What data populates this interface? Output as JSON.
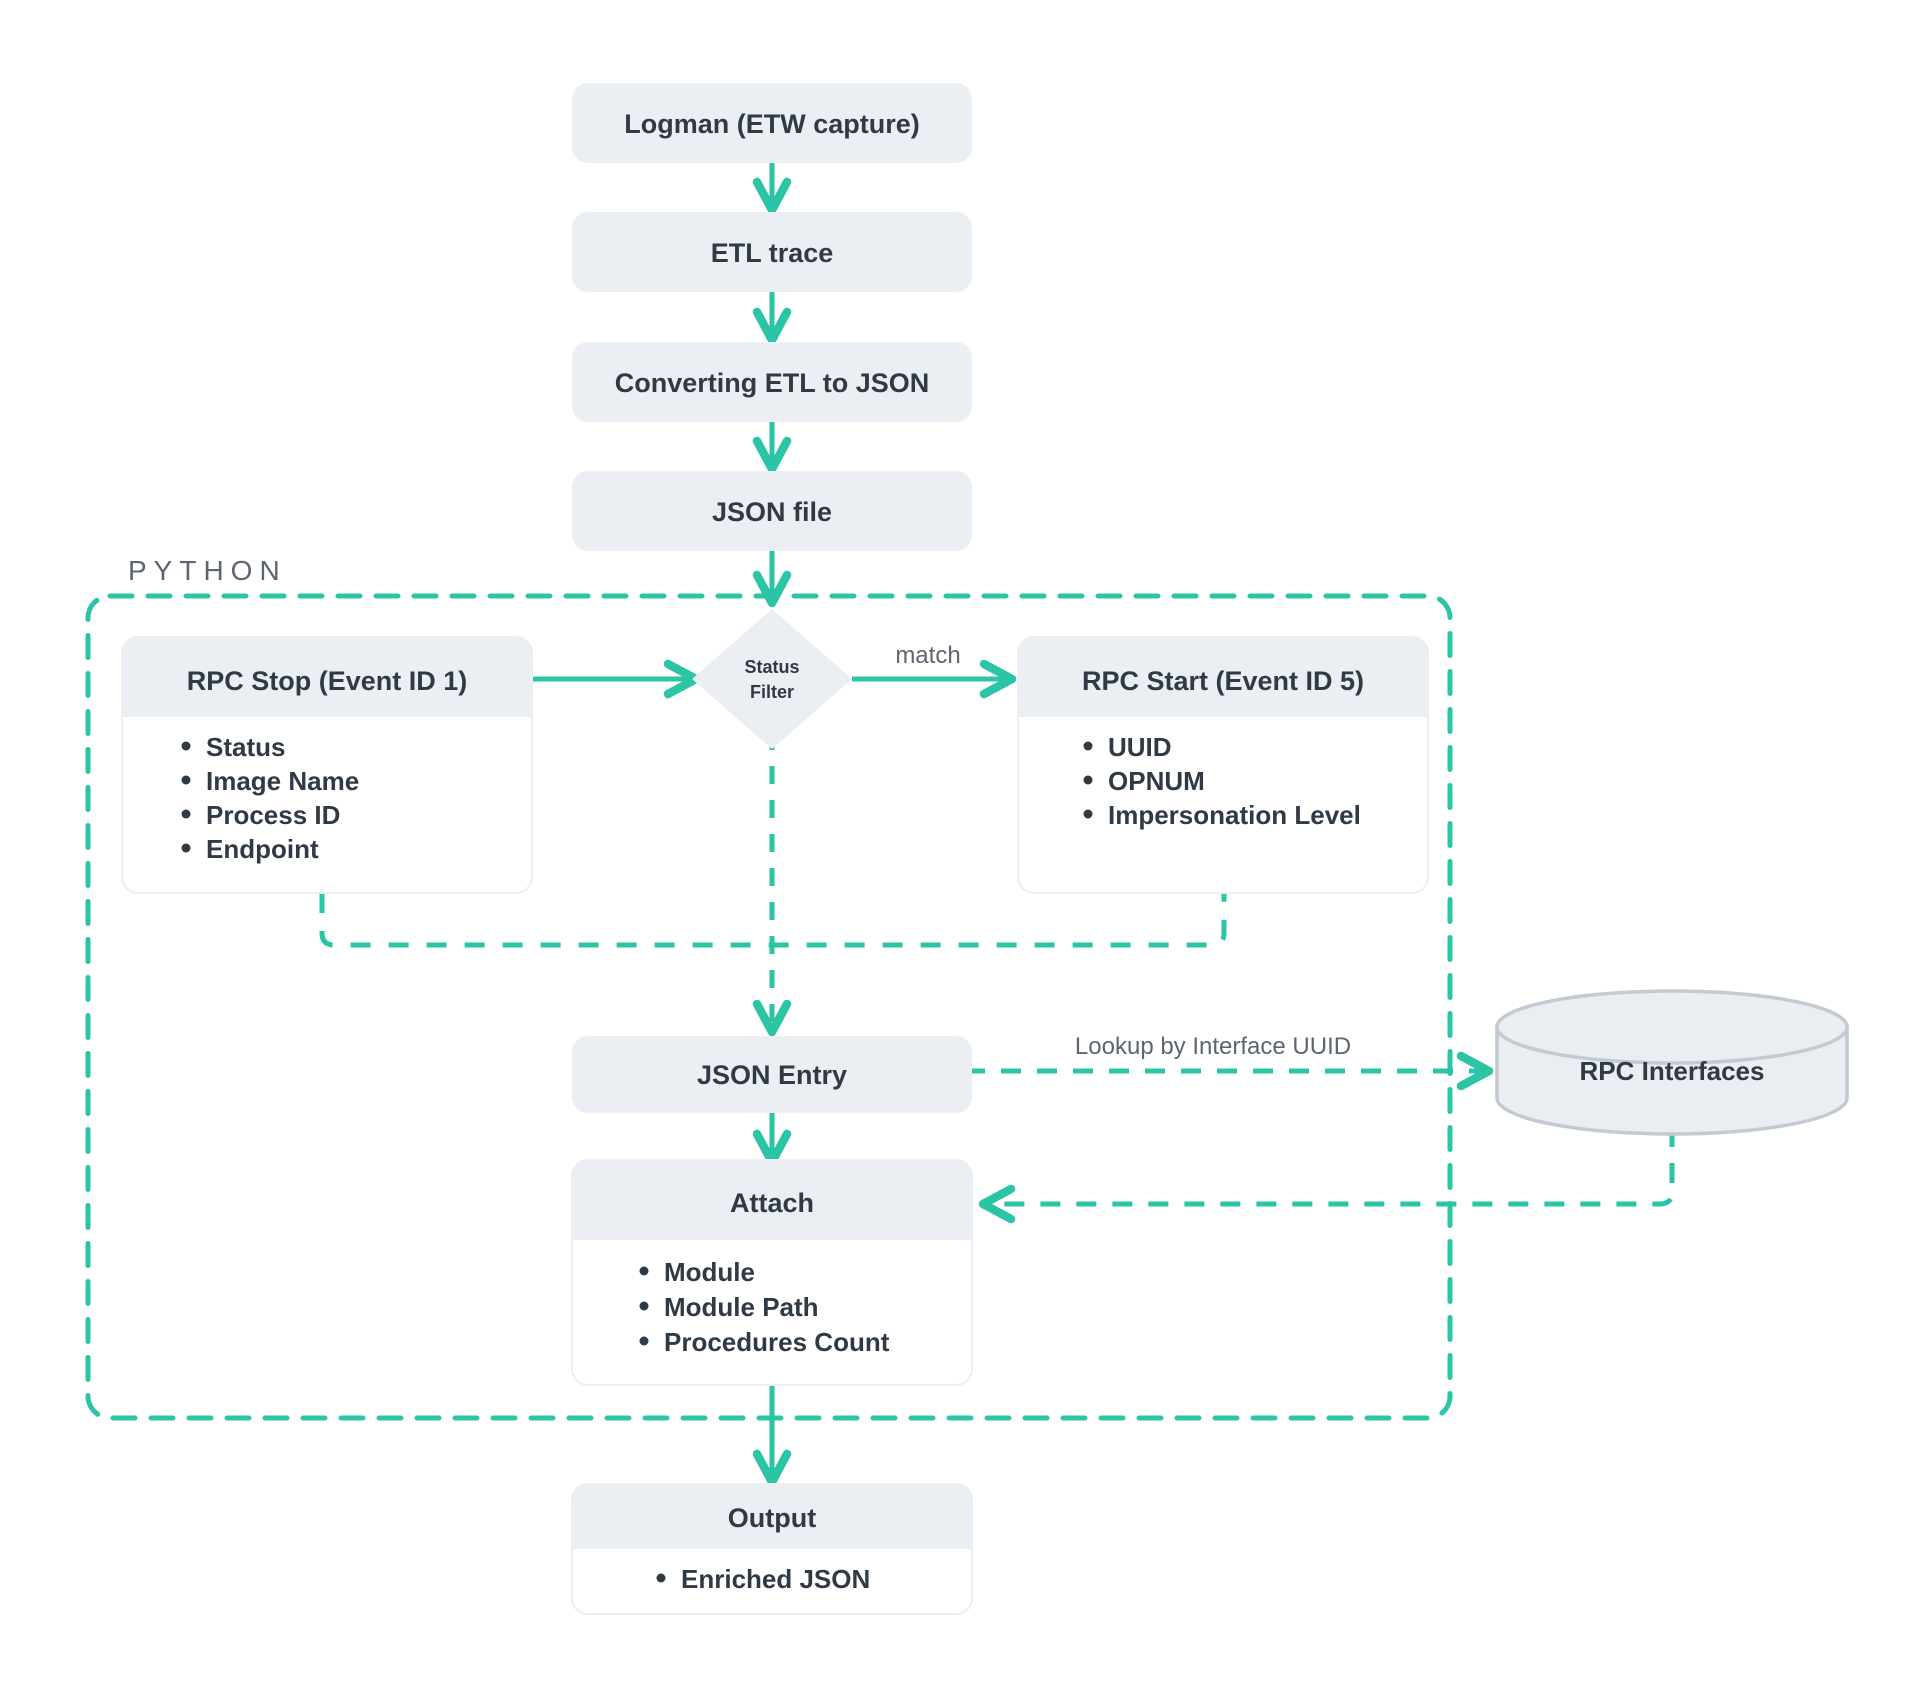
{
  "theme": {
    "accent": "#2bc5a6",
    "node_fill": "#ebeef2",
    "node_header_fill": "#ebeef2",
    "node_body_fill": "#ffffff",
    "text_dark": "#303a45",
    "text_muted": "#5d6670",
    "db_fill": "#eaedf1",
    "db_stroke": "#c3cad2",
    "page_bg": "#ffffff"
  },
  "group": {
    "label": "PYTHON"
  },
  "nodes": {
    "logman": {
      "title": "Logman (ETW capture)"
    },
    "etl_trace": {
      "title": "ETL trace"
    },
    "converting": {
      "title": "Converting ETL to JSON"
    },
    "json_file": {
      "title": "JSON file"
    },
    "rpc_stop": {
      "title": "RPC Stop (Event ID 1)",
      "items": [
        "Status",
        "Image Name",
        "Process ID",
        "Endpoint"
      ]
    },
    "status_filter": {
      "line1": "Status",
      "line2": "Filter"
    },
    "rpc_start": {
      "title": "RPC Start (Event ID 5)",
      "items": [
        "UUID",
        "OPNUM",
        "Impersonation Level"
      ]
    },
    "json_entry": {
      "title": "JSON Entry"
    },
    "attach": {
      "title": "Attach",
      "items": [
        "Module",
        "Module Path",
        "Procedures Count"
      ]
    },
    "rpc_interfaces": {
      "title": "RPC Interfaces"
    },
    "output": {
      "title": "Output",
      "items": [
        "Enriched JSON"
      ]
    }
  },
  "edge_labels": {
    "match": "match",
    "lookup": "Lookup by Interface UUID"
  },
  "icons": {
    "arrow": "arrow-down-icon",
    "database": "database-cylinder-icon",
    "decision": "decision-diamond-icon"
  }
}
